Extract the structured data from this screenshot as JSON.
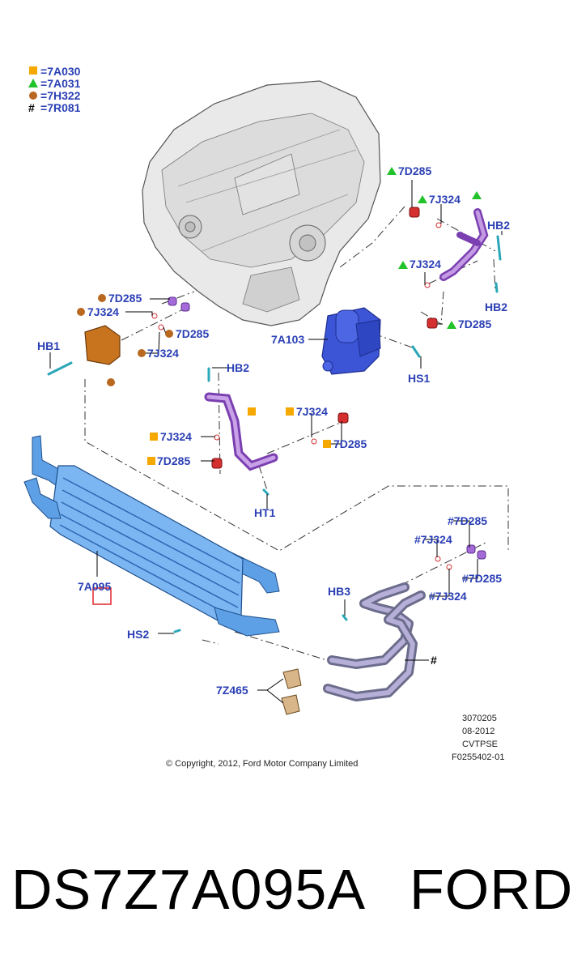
{
  "legend": [
    {
      "symbol": "square",
      "color": "#f5a800",
      "code": "7A030"
    },
    {
      "symbol": "triangle",
      "color": "#22c32a",
      "code": "7A031"
    },
    {
      "symbol": "circle",
      "color": "#b8691f",
      "code": "7H322"
    },
    {
      "symbol": "hash",
      "color": "#000000",
      "code": "7R081"
    }
  ],
  "callouts": {
    "c_7D285_a": "7D285",
    "c_7J324_a": "7J324",
    "c_HB2_a": "HB2",
    "c_7J324_b": "7J324",
    "c_HB2_b": "HB2",
    "c_7D285_b": "7D285",
    "c_7D285_c": "7D285",
    "c_7J324_c": "7J324",
    "c_7D285_d": "7D285",
    "c_7J324_d": "7J324",
    "c_HB1": "HB1",
    "c_7A103": "7A103",
    "c_HS1": "HS1",
    "c_HB2_c": "HB2",
    "c_7J324_e": "7J324",
    "c_7J324_f": "7J324",
    "c_7D285_e": "7D285",
    "c_7D285_f": "7D285",
    "c_HT1": "HT1",
    "c_7A095": "7A095",
    "c_7D285_g": "#7D285",
    "c_7J324_g": "#7J324",
    "c_7D285_h": "#7D285",
    "c_7J324_h": "#7J324",
    "c_HB3": "HB3",
    "c_HS2": "HS2",
    "c_7Z465": "7Z465",
    "c_hash": "#"
  },
  "meta": {
    "line1": "3070205",
    "line2": "08-2012",
    "line3": "CVTPSE",
    "line4": "F0255402-01",
    "copyright": "© Copyright, 2012, Ford Motor Company Limited"
  },
  "footer": {
    "part_number": "DS7Z7A095A",
    "brand": "FORD"
  }
}
